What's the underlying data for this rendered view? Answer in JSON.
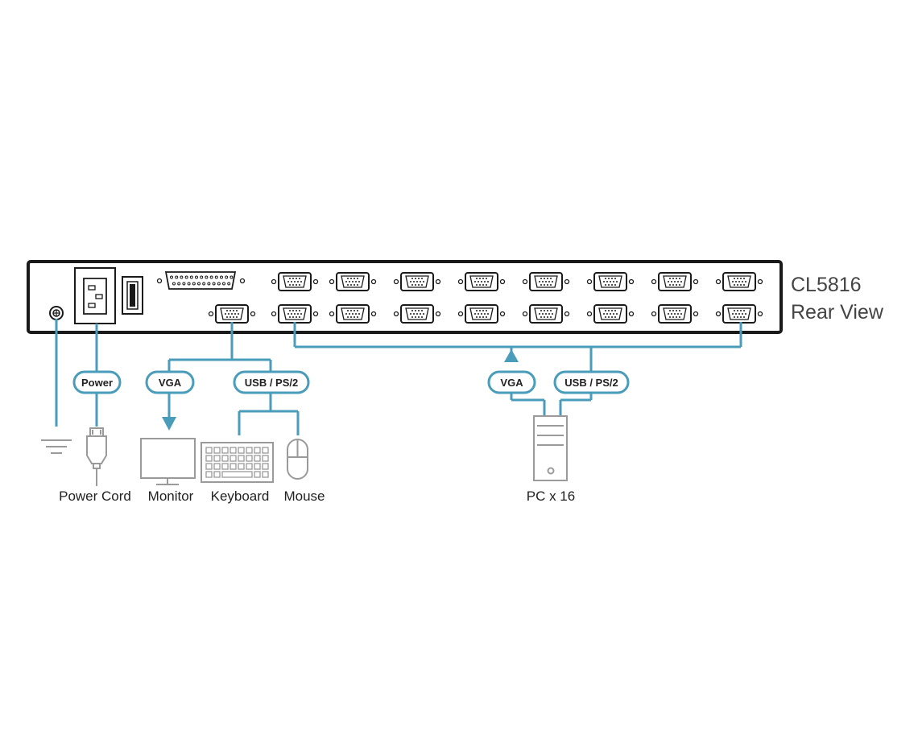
{
  "model": {
    "name": "CL5816",
    "view": "Rear View"
  },
  "pills": {
    "power": "Power",
    "console_vga": "VGA",
    "console_usb": "USB / PS/2",
    "pc_vga": "VGA",
    "pc_usb": "USB / PS/2"
  },
  "devices": {
    "power_cord": "Power Cord",
    "monitor": "Monitor",
    "keyboard": "Keyboard",
    "mouse": "Mouse",
    "pc": "PC x 16"
  },
  "colors": {
    "cable": "#4a9cbb",
    "device_gray": "#9a9a9a",
    "chassis": "#1a1a1a"
  },
  "icons": [
    "ground-icon",
    "power-plug-icon",
    "monitor-icon",
    "keyboard-icon",
    "mouse-icon",
    "pc-tower-icon"
  ]
}
